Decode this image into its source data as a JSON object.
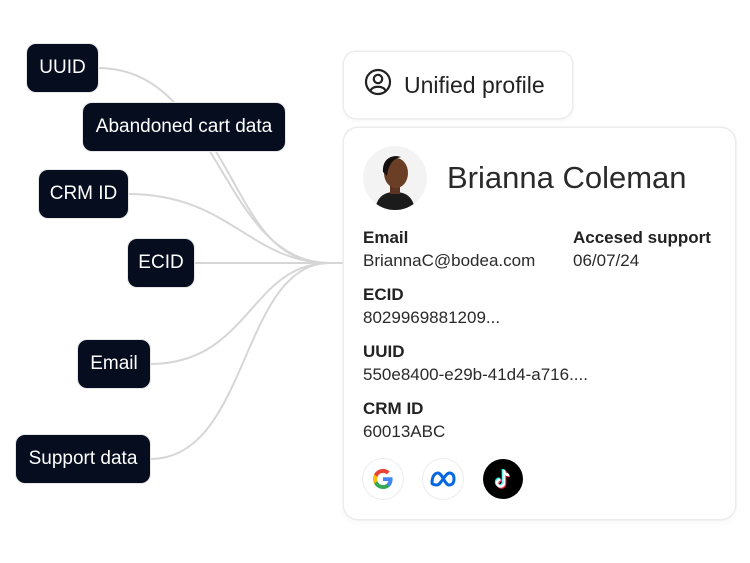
{
  "sources": [
    {
      "label": "UUID"
    },
    {
      "label": "Abandoned cart data"
    },
    {
      "label": "CRM ID"
    },
    {
      "label": "ECID"
    },
    {
      "label": "Email"
    },
    {
      "label": "Support data"
    }
  ],
  "header": {
    "icon": "user-circle-icon",
    "title": "Unified profile"
  },
  "profile": {
    "name": "Brianna Coleman",
    "fields": {
      "email_label": "Email",
      "email_value": "BriannaC@bodea.com",
      "support_label": "Accesed support",
      "support_value": "06/07/24",
      "ecid_label": "ECID",
      "ecid_value": "8029969881209...",
      "uuid_label": "UUID",
      "uuid_value": "550e8400-e29b-41d4-a716....",
      "crm_label": "CRM ID",
      "crm_value": "60013ABC"
    },
    "social_icons": [
      "google-icon",
      "meta-icon",
      "tiktok-icon"
    ]
  },
  "colors": {
    "chip": "#050d1f",
    "line": "#d6d6d6"
  }
}
